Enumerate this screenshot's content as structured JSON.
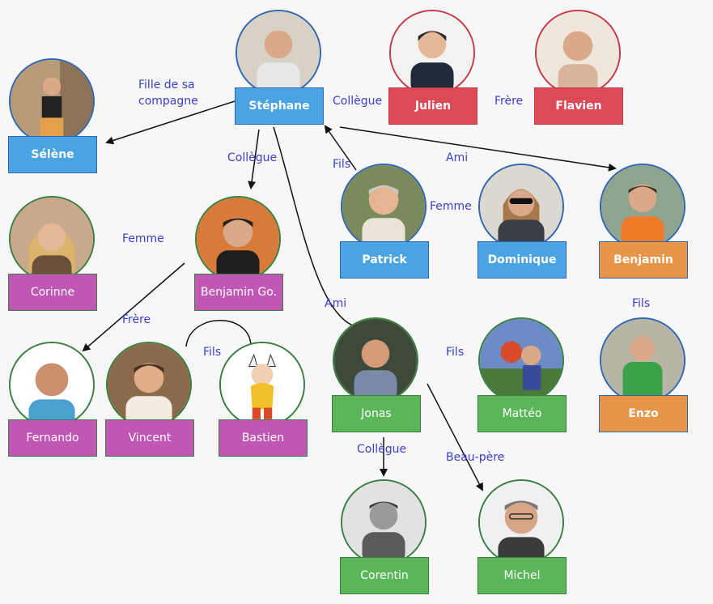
{
  "colors": {
    "blue": "#4aa3e2",
    "red": "#dc4a57",
    "orange": "#e8954a",
    "purple": "#c057b5",
    "green": "#5bb65a",
    "ring_blue": "#2f66b0",
    "ring_red": "#c23a47",
    "ring_green": "#3a7f3d",
    "relation_text": "#3b3fc6"
  },
  "people": {
    "stephane": "Stéphane",
    "julien": "Julien",
    "flavien": "Flavien",
    "selene": "Sélène",
    "patrick": "Patrick",
    "dominique": "Dominique",
    "benjamin": "Benjamin",
    "corinne": "Corinne",
    "benjamin_go": "Benjamin Go.",
    "jonas": "Jonas",
    "matteo": "Mattéo",
    "enzo": "Enzo",
    "fernando": "Fernando",
    "vincent": "Vincent",
    "bastien": "Bastien",
    "corentin": "Corentin",
    "michel": "Michel"
  },
  "relations": {
    "fille_de_sa_compagne": "Fille de sa\ncompagne",
    "collegue_julien": "Collègue",
    "frere_flavien": "Frère",
    "collegue_benjamin_go": "Collègue",
    "fils_patrick": "Fils",
    "ami_benjamin": "Ami",
    "femme_dominique": "Femme",
    "femme_corinne": "Femme",
    "frere_fernando": "Frère",
    "fils_bastien": "Fils",
    "ami_jonas": "Ami",
    "fils_matteo": "Fils",
    "fils_enzo": "Fils",
    "collegue_corentin": "Collègue",
    "beau_pere_michel": "Beau-père"
  }
}
